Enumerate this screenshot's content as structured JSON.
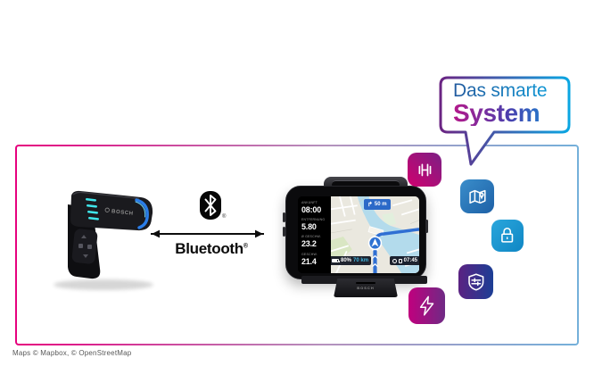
{
  "bubble": {
    "line1": "Das smarte",
    "line2": "System"
  },
  "remote": {
    "brand": "BOSCH"
  },
  "bluetooth": {
    "label": "Bluetooth",
    "registered_mark": "®"
  },
  "phone": {
    "stats": [
      {
        "label": "ANKUNFT",
        "value": "08:00"
      },
      {
        "label": "ENTFERNUNG",
        "value": "5.80"
      },
      {
        "label": "Ø GESCHW.",
        "value": "23.2"
      },
      {
        "label": "GESCHW.",
        "value": "21.4"
      }
    ],
    "nav_banner": {
      "turn_arrow": "↱",
      "distance": "50 m"
    },
    "status_left": {
      "battery": "80%",
      "range": "70 km"
    },
    "status_right": {
      "time": "07:45"
    },
    "mount_brand": "BOSCH"
  },
  "feature_icons": [
    {
      "name": "fitness-dumbbell-icon",
      "colors": [
        "#d0006f",
        "#7c2084"
      ]
    },
    {
      "name": "map-route-icon",
      "colors": [
        "#3a8ecb",
        "#1d60a6"
      ]
    },
    {
      "name": "lock-icon",
      "colors": [
        "#2aa6dc",
        "#0f86c4"
      ]
    },
    {
      "name": "shield-tuning-icon",
      "colors": [
        "#5b2282",
        "#1c3e95"
      ]
    },
    {
      "name": "flash-icon",
      "colors": [
        "#c0007e",
        "#6f2a85"
      ]
    }
  ],
  "frame_colors": {
    "left": "#e6007e",
    "right": "#74b0da"
  },
  "attribution": "Maps © Mapbox, © OpenStreetMap"
}
